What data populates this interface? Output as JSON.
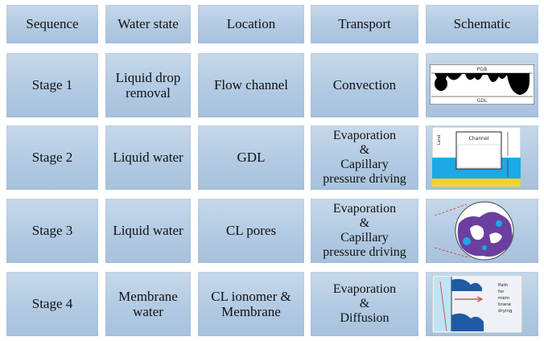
{
  "headers": [
    "Sequence",
    "Water state",
    "Location",
    "Transport",
    "Schematic"
  ],
  "rows": [
    {
      "sequence": "Stage 1",
      "water_state": "Liquid drop\nremoval",
      "location": "Flow channel",
      "transport": "Convection",
      "schematic_icon": "droplet-channel-schematic",
      "schematic_labels": [
        "PGB",
        "GDL"
      ]
    },
    {
      "sequence": "Stage 2",
      "water_state": "Liquid water",
      "location": "GDL",
      "transport": "Evaporation\n&\nCapillary\npressure driving",
      "schematic_icon": "channel-gdl-schematic",
      "schematic_labels": [
        "Channel",
        "Land"
      ]
    },
    {
      "sequence": "Stage 3",
      "water_state": "Liquid water",
      "location": "CL pores",
      "transport": "Evaporation\n&\nCapillary\npressure driving",
      "schematic_icon": "cl-pore-zoom-schematic",
      "schematic_labels": []
    },
    {
      "sequence": "Stage 4",
      "water_state": "Membrane water",
      "location": "CL ionomer &\nMembrane",
      "transport": "Evaporation\n&\nDiffusion",
      "schematic_icon": "membrane-drying-schematic",
      "schematic_labels": [
        "Path\nfor\nmem\nbrane\ndrying"
      ]
    }
  ],
  "colors": {
    "cell_fill": "#b2cae2",
    "water_blue": "#1ea8e6",
    "catalyst_yellow": "#f2d03a",
    "pore_purple": "#6a3fa0"
  }
}
